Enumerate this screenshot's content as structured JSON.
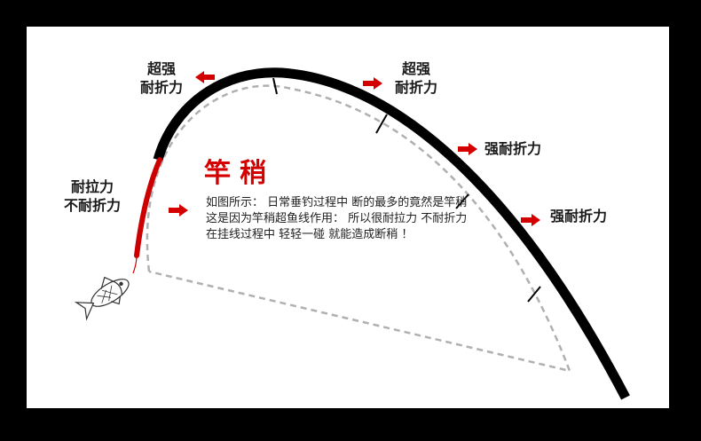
{
  "labels": {
    "top_left_line1": "超强",
    "top_left_line2": "耐折力",
    "top_right_line1": "超强",
    "top_right_line2": "耐折力",
    "right_upper": "强耐折力",
    "right_lower": "强耐折力",
    "left_line1": "耐拉力",
    "left_line2": "不耐折力"
  },
  "title": "竿稍",
  "description": "如图所示： 日常垂钓过程中 断的最多的竟然是竿稍 这是因为竿稍超鱼线作用： 所以很耐拉力  不耐折力 在挂线过程中 轻轻一碰 就能造成断稍 ！",
  "colors": {
    "frame": "#000000",
    "rod": "#000000",
    "rod_tip": "#cc0000",
    "arrow": "#d40000",
    "dashed": "#b0b0b0",
    "title": "#d40000"
  },
  "icons": {
    "fish": "fish-icon",
    "arrow": "red-arrow-icon"
  }
}
